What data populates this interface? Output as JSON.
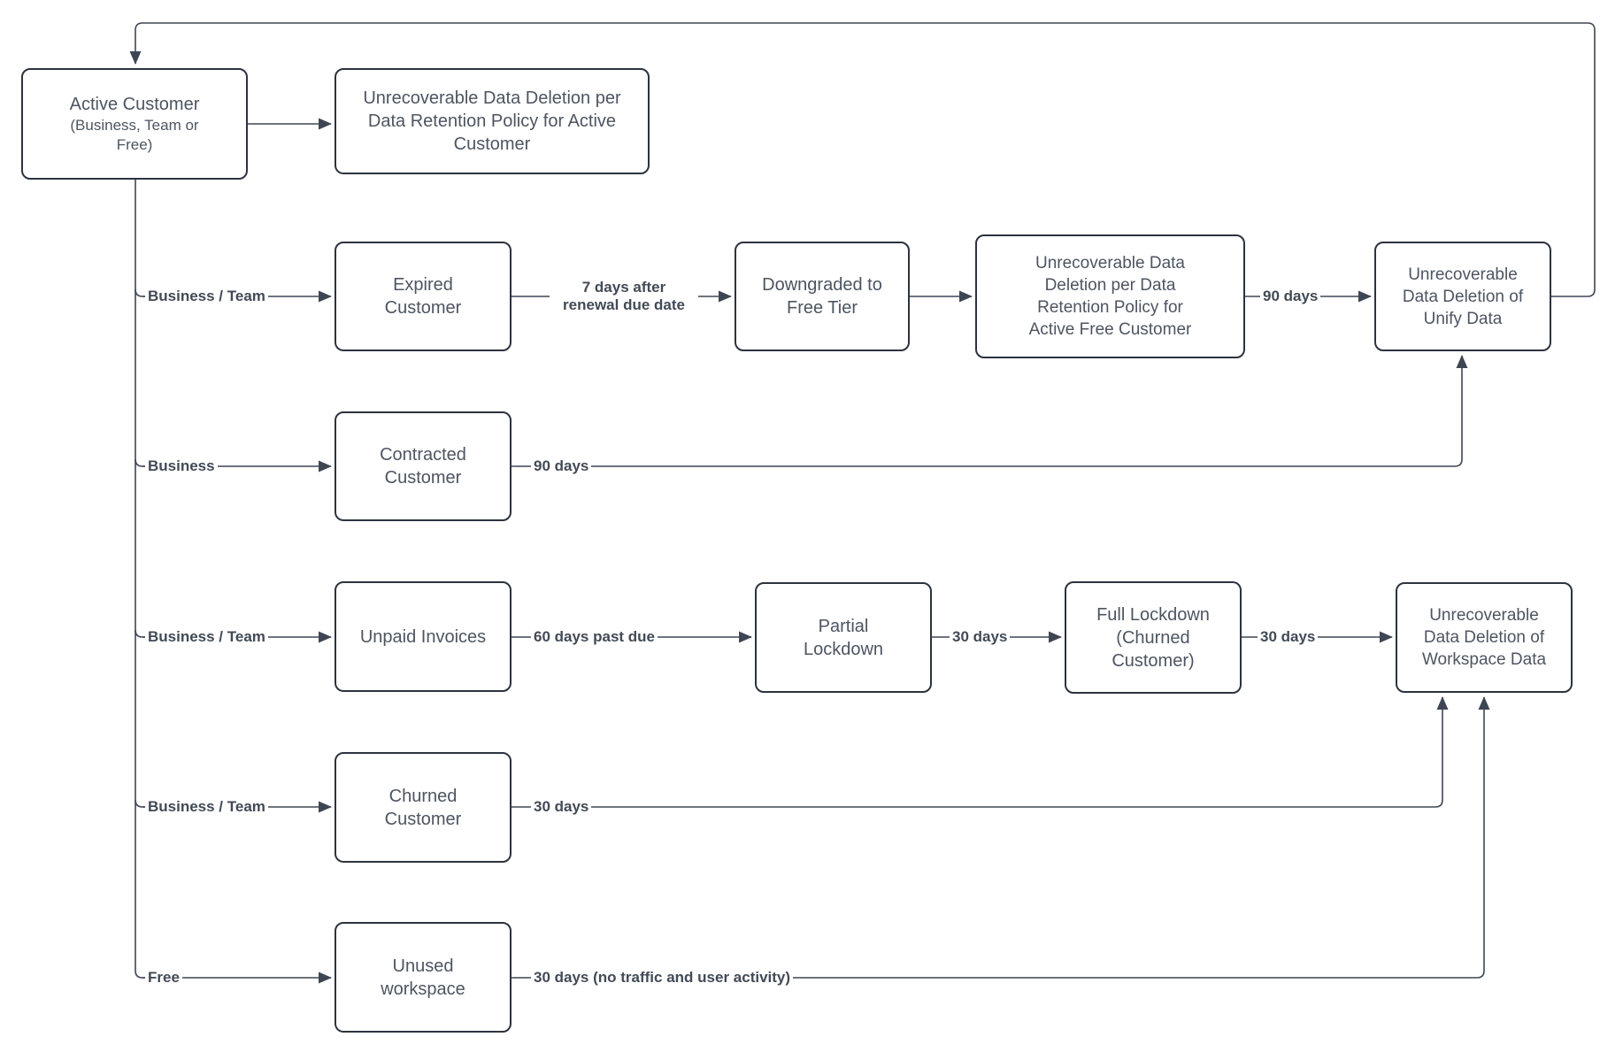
{
  "diagram": {
    "colors": {
      "background": "#ffffff",
      "node_border": "#2c333f",
      "node_fill": "#ffffff",
      "node_text": "#4d5561",
      "line": "#3e4653",
      "edge_label_text": "#424a56"
    },
    "nodes": {
      "active_customer": {
        "label": "Active Customer",
        "sublabel": "(Business, Team or Free)"
      },
      "deletion_active": {
        "label": "Unrecoverable Data Deletion per Data Retention Policy for Active Customer"
      },
      "expired": {
        "label": "Expired Customer"
      },
      "downgraded": {
        "label": "Downgraded to Free Tier"
      },
      "deletion_free": {
        "label": "Unrecoverable Data Deletion per Data Retention Policy for Active Free Customer"
      },
      "unify_deletion": {
        "label": "Unrecoverable Data Deletion of Unify Data"
      },
      "contracted": {
        "label": "Contracted Customer"
      },
      "unpaid": {
        "label": "Unpaid Invoices"
      },
      "partial_lockdown": {
        "label": "Partial Lockdown"
      },
      "full_lockdown": {
        "label": "Full Lockdown (Churned Customer)"
      },
      "workspace_deletion": {
        "label": "Unrecoverable Data Deletion of Workspace Data"
      },
      "churned": {
        "label": "Churned Customer"
      },
      "unused": {
        "label": "Unused workspace"
      }
    },
    "edges": [
      {
        "from": "active_customer",
        "to": "deletion_active",
        "label": ""
      },
      {
        "from": "active_customer",
        "to": "expired",
        "label": "Business / Team"
      },
      {
        "from": "expired",
        "to": "downgraded",
        "label": "7 days after renewal due date"
      },
      {
        "from": "downgraded",
        "to": "deletion_free",
        "label": ""
      },
      {
        "from": "deletion_free",
        "to": "unify_deletion",
        "label": "90 days"
      },
      {
        "from": "unify_deletion",
        "to": "active_customer",
        "label": ""
      },
      {
        "from": "active_customer",
        "to": "contracted",
        "label": "Business"
      },
      {
        "from": "contracted",
        "to": "unify_deletion",
        "label": "90 days"
      },
      {
        "from": "active_customer",
        "to": "unpaid",
        "label": "Business / Team"
      },
      {
        "from": "unpaid",
        "to": "partial_lockdown",
        "label": "60 days past due"
      },
      {
        "from": "partial_lockdown",
        "to": "full_lockdown",
        "label": "30 days"
      },
      {
        "from": "full_lockdown",
        "to": "workspace_deletion",
        "label": "30 days"
      },
      {
        "from": "active_customer",
        "to": "churned",
        "label": "Business / Team"
      },
      {
        "from": "churned",
        "to": "workspace_deletion",
        "label": "30 days"
      },
      {
        "from": "active_customer",
        "to": "unused",
        "label": "Free"
      },
      {
        "from": "unused",
        "to": "workspace_deletion",
        "label": "30 days (no traffic and user activity)"
      }
    ]
  }
}
